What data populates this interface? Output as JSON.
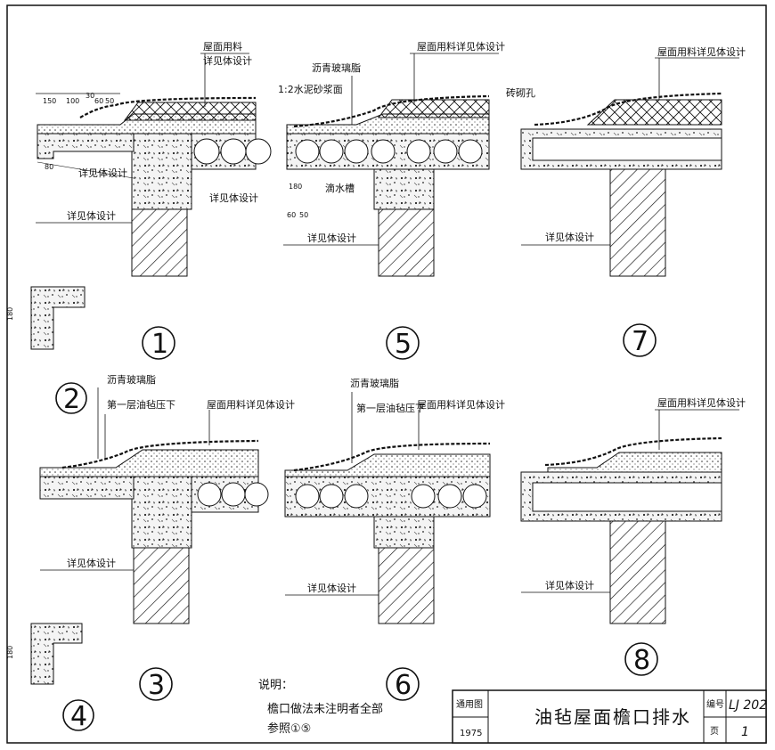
{
  "labels": {
    "roof_material_spec1": "屋面用料",
    "roof_material_spec2": "详见体设计",
    "roof_material_full": "屋面用料详见体设计",
    "detail_by_design": "详见体设计",
    "cement_mortar": "1:2水泥砂浆面",
    "asphalt_glass_fiber": "沥青玻璃脂",
    "drip_groove": "滴水槽",
    "brick_hole": "砖砌孔",
    "first_layer_felt": "第一层油毡压下"
  },
  "dimensions": {
    "d150": "150",
    "d100": "100",
    "d30": "30",
    "d60": "60",
    "d50": "50",
    "d180": "180",
    "d80": "80"
  },
  "details": {
    "n1": "1",
    "n2": "2",
    "n3": "3",
    "n4": "4",
    "n5": "5",
    "n6": "6",
    "n7": "7",
    "n8": "8"
  },
  "notes": {
    "heading": "说明：",
    "line1": "檐口做法未注明者全部",
    "line2": "参照①⑤"
  },
  "title_block": {
    "general_label": "通用图",
    "year": "1975",
    "title": "油毡屋面檐口排水",
    "code_label": "编号",
    "code": "LJ 202",
    "page_label": "页",
    "page": "1"
  }
}
